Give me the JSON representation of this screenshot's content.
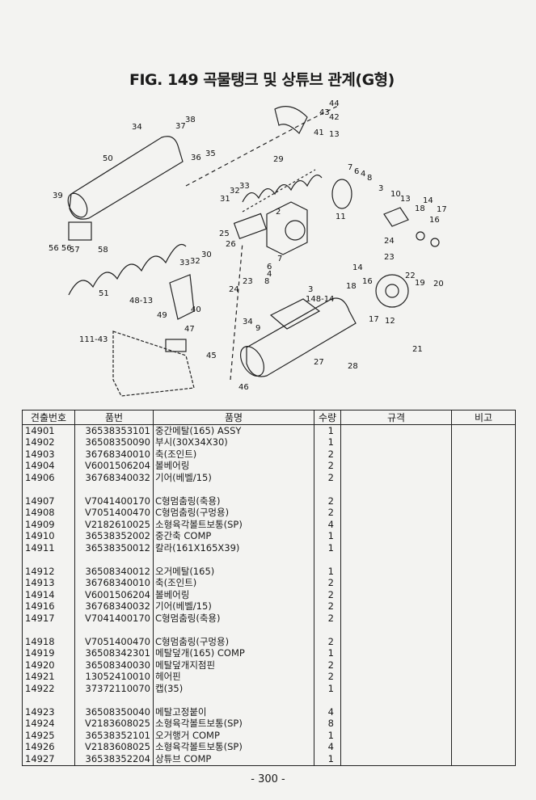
{
  "title": "FIG. 149 곡물탱크 및 상튜브 관계(G형)",
  "diagram": {
    "callouts": [
      "34",
      "37",
      "38",
      "36",
      "35",
      "50",
      "44",
      "43",
      "42",
      "41",
      "13",
      "29",
      "39",
      "31",
      "32",
      "33",
      "7",
      "6",
      "4",
      "8",
      "3",
      "10",
      "13",
      "14",
      "17",
      "18",
      "16",
      "11",
      "2",
      "25",
      "26",
      "30",
      "32",
      "33",
      "56 56",
      "57",
      "58",
      "24",
      "23",
      "7",
      "6",
      "4",
      "8",
      "24",
      "23",
      "3",
      "148-14",
      "14",
      "18",
      "16",
      "22",
      "19",
      "20",
      "17",
      "12",
      "21",
      "51",
      "48-13",
      "49",
      "40",
      "47",
      "111-43",
      "34",
      "9",
      "27",
      "28",
      "45",
      "46"
    ]
  },
  "table": {
    "headers": [
      "견출번호",
      "품번",
      "품명",
      "수량",
      "규격",
      "비고"
    ],
    "groups": [
      [
        [
          "14901",
          "36538353101",
          "중간메탈(165) ASSY",
          "1"
        ],
        [
          "14902",
          "36508350090",
          "부시(30X34X30)",
          "1"
        ],
        [
          "14903",
          "36768340010",
          "축(조인트)",
          "2"
        ],
        [
          "14904",
          "V6001506204",
          "볼베어링",
          "2"
        ],
        [
          "14906",
          "36768340032",
          "기어(베벨/15)",
          "2"
        ]
      ],
      [
        [
          "14907",
          "V7041400170",
          "C형멈춤링(축용)",
          "2"
        ],
        [
          "14908",
          "V7051400470",
          "C형멈춤링(구멍용)",
          "2"
        ],
        [
          "14909",
          "V2182610025",
          "소형육각볼트보통(SP)",
          "4"
        ],
        [
          "14910",
          "36538352002",
          "중간축 COMP",
          "1"
        ],
        [
          "14911",
          "36538350012",
          "칼라(161X165X39)",
          "1"
        ]
      ],
      [
        [
          "14912",
          "36508340012",
          "오거메탈(165)",
          "1"
        ],
        [
          "14913",
          "36768340010",
          "축(조인트)",
          "2"
        ],
        [
          "14914",
          "V6001506204",
          "볼베어링",
          "2"
        ],
        [
          "14916",
          "36768340032",
          "기어(베벨/15)",
          "2"
        ],
        [
          "14917",
          "V7041400170",
          "C형멈춤링(축용)",
          "2"
        ]
      ],
      [
        [
          "14918",
          "V7051400470",
          "C형멈춤링(구멍용)",
          "2"
        ],
        [
          "14919",
          "36508342301",
          "메탈덮개(165) COMP",
          "1"
        ],
        [
          "14920",
          "36508340030",
          "메탈덮개지점핀",
          "2"
        ],
        [
          "14921",
          "13052410010",
          "헤어핀",
          "2"
        ],
        [
          "14922",
          "37372110070",
          "캡(35)",
          "1"
        ]
      ],
      [
        [
          "14923",
          "36508350040",
          "메탈고정붙이",
          "4"
        ],
        [
          "14924",
          "V2183608025",
          "소형육각볼트보통(SP)",
          "8"
        ],
        [
          "14925",
          "36538352101",
          "오거행거 COMP",
          "1"
        ],
        [
          "14926",
          "V2183608025",
          "소형육각볼트보통(SP)",
          "4"
        ],
        [
          "14927",
          "36538352204",
          "상튜브 COMP",
          "1"
        ]
      ]
    ]
  },
  "footer": "- 300 -"
}
